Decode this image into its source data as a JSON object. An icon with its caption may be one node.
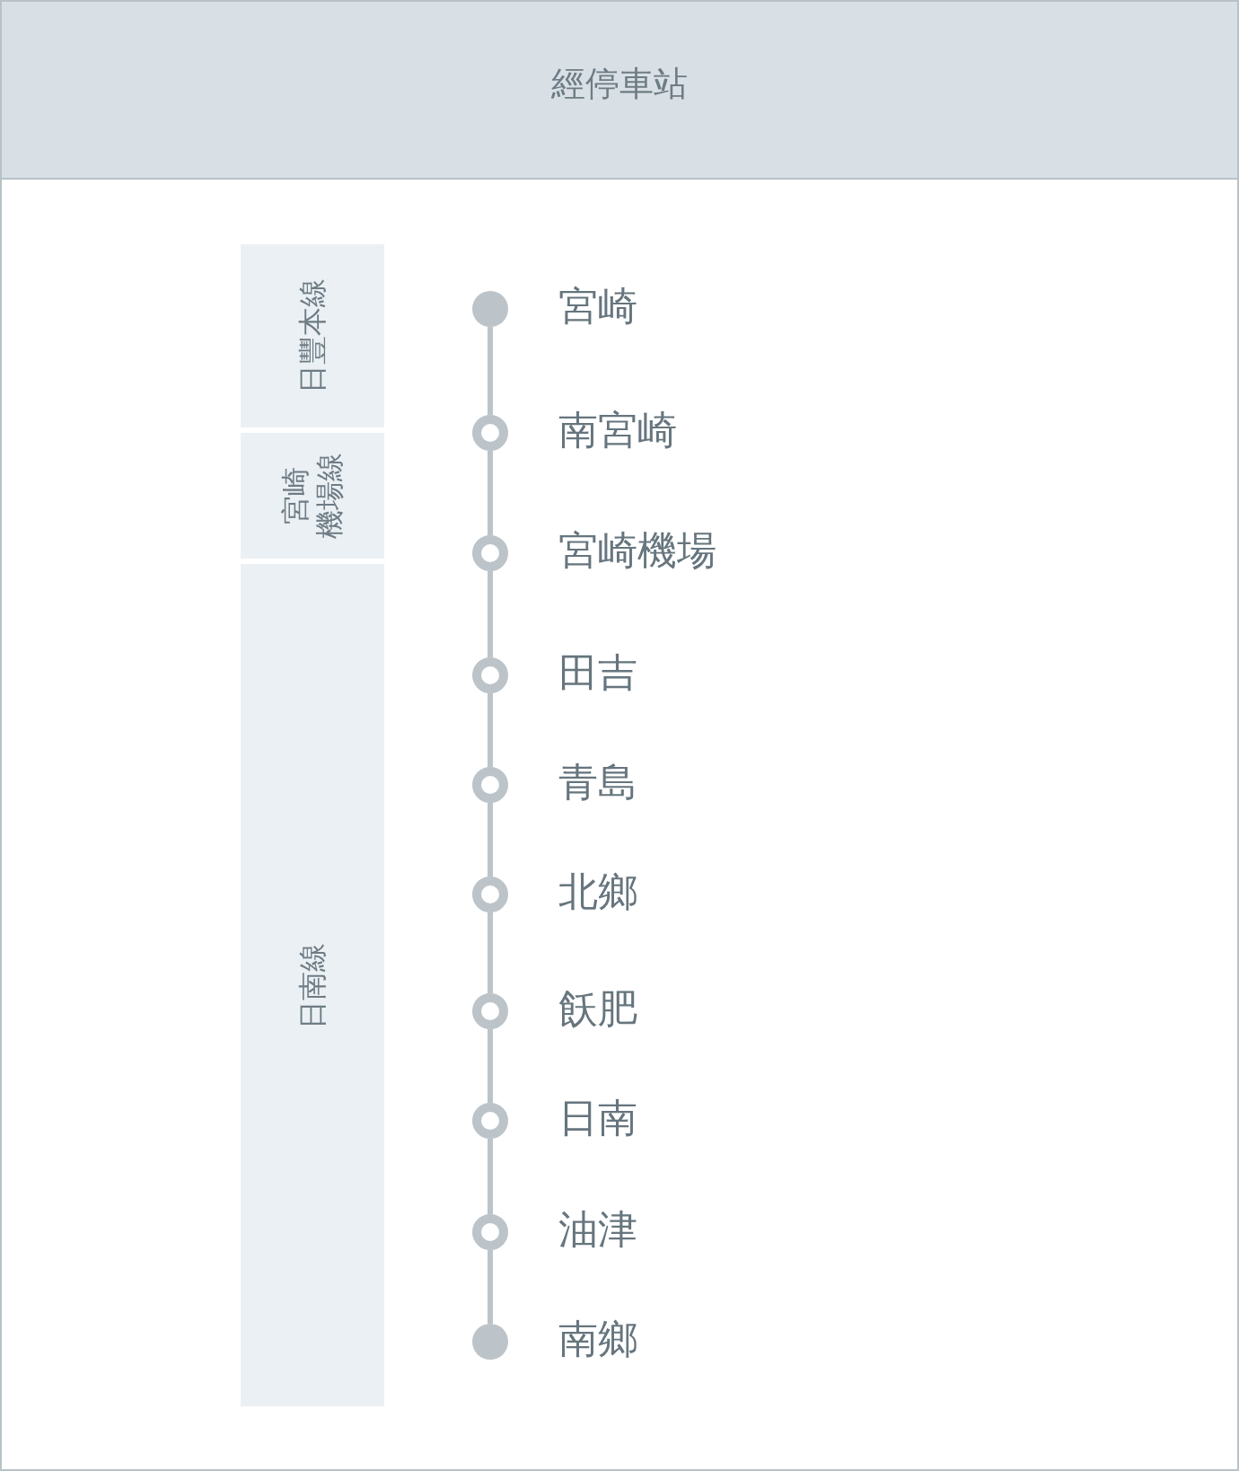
{
  "diagram": {
    "title": "經停車站",
    "nodes": [
      {
        "text": [
          "宮崎"
        ]
      },
      {
        "text": [
          "南宮崎"
        ]
      },
      {
        "text": [
          "宮崎機場"
        ]
      },
      {
        "text": [
          "田吉"
        ]
      },
      {
        "text": [
          "青島"
        ]
      },
      {
        "text": [
          "北鄉"
        ]
      },
      {
        "text": [
          "飫肥"
        ]
      },
      {
        "text": [
          "日南"
        ]
      },
      {
        "text": [
          "油津"
        ]
      },
      {
        "text": [
          "南鄉"
        ]
      },
      {
        "text": [
          "日豐本線"
        ]
      },
      {
        "text": [
          "宮崎",
          "機場線"
        ]
      },
      {
        "text": [
          "日南線"
        ]
      }
    ],
    "edges": [
      {
        "from": 0,
        "to": 1,
        "arrow": "none"
      },
      {
        "from": 1,
        "to": 2,
        "arrow": "none"
      },
      {
        "from": 2,
        "to": 3,
        "arrow": "none"
      },
      {
        "from": 3,
        "to": 4,
        "arrow": "none"
      },
      {
        "from": 4,
        "to": 5,
        "arrow": "none"
      },
      {
        "from": 5,
        "to": 6,
        "arrow": "none"
      },
      {
        "from": 6,
        "to": 7,
        "arrow": "none"
      },
      {
        "from": 7,
        "to": 8,
        "arrow": "none"
      },
      {
        "from": 8,
        "to": 9,
        "arrow": "none"
      }
    ]
  }
}
